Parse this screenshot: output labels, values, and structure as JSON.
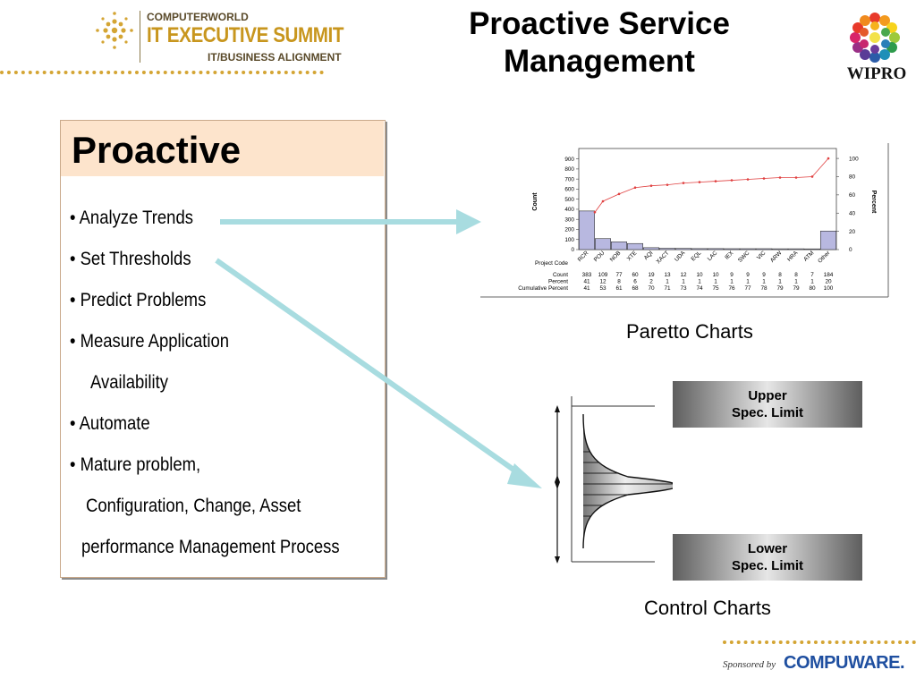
{
  "header": {
    "logo": {
      "line1": "COMPUTERWORLD",
      "line2": "IT EXECUTIVE SUMMIT",
      "line3": "IT/BUSINESS ALIGNMENT",
      "icon": "dot-burst-icon"
    },
    "title_line1": "Proactive Service",
    "title_line2": "Management",
    "wipro_logo": {
      "icon": "wipro-flower-icon",
      "text": "WIPRO"
    }
  },
  "panel": {
    "heading": "Proactive",
    "bullets": [
      "• Analyze Trends",
      "• Set Thresholds",
      "• Predict Problems",
      "• Measure Application",
      "Availability",
      "• Automate",
      "• Mature problem,",
      "Configuration, Change, Asset",
      "performance Management Process"
    ]
  },
  "pareto_caption": "Paretto Charts",
  "control": {
    "upper_line1": "Upper",
    "upper_line2": "Spec. Limit",
    "lower_line1": "Lower",
    "lower_line2": "Spec. Limit",
    "caption": "Control Charts"
  },
  "footer": {
    "sponsor_label": "Sponsored by",
    "sponsor_name": "COMPUWARE."
  },
  "colors": {
    "accent_gold": "#d4a534",
    "panel_header": "#fde4cc",
    "arrow": "#a8dce0",
    "bar_fill": "#b8b8e0",
    "line_red": "#e04040"
  },
  "chart_data": {
    "type": "bar",
    "categories": [
      "RCR",
      "POU",
      "NOB",
      "XTE",
      "AQI",
      "XACT",
      "UDA",
      "EQL",
      "LAC",
      "IEX",
      "SWC",
      "VIC",
      "ARW",
      "HRA",
      "ATM",
      "Other"
    ],
    "series": [
      {
        "values": [
          383,
          109,
          77,
          60,
          19,
          13,
          12,
          10,
          10,
          9,
          9,
          9,
          8,
          8,
          7,
          184
        ]
      },
      {
        "values": [
          41,
          53,
          61,
          68,
          70,
          71,
          73,
          74,
          75,
          76,
          77,
          78,
          79,
          79,
          80,
          100
        ]
      }
    ],
    "table_rows": [
      {
        "label": "Count",
        "values": [
          "383",
          "109",
          "77",
          "60",
          "19",
          "13",
          "12",
          "10",
          "10",
          "9",
          "9",
          "9",
          "8",
          "8",
          "7",
          "184"
        ]
      },
      {
        "label": "Percent",
        "values": [
          "41",
          "12",
          "8",
          "6",
          "2",
          "1",
          "1",
          "1",
          "1",
          "1",
          "1",
          "1",
          "1",
          "1",
          "1",
          "20"
        ]
      },
      {
        "label": "Cumulative Percent",
        "values": [
          "41",
          "53",
          "61",
          "68",
          "70",
          "71",
          "73",
          "74",
          "75",
          "76",
          "77",
          "78",
          "79",
          "79",
          "80",
          "100"
        ]
      }
    ],
    "category_label": "Project Code",
    "ylabel": "Count",
    "y2label": "Percent",
    "ylim": [
      0,
      950
    ],
    "y2lim": [
      0,
      105
    ],
    "yticks": [
      0,
      100,
      200,
      300,
      400,
      500,
      600,
      700,
      800,
      900
    ],
    "y2ticks": [
      0,
      20,
      40,
      60,
      80,
      100
    ]
  }
}
